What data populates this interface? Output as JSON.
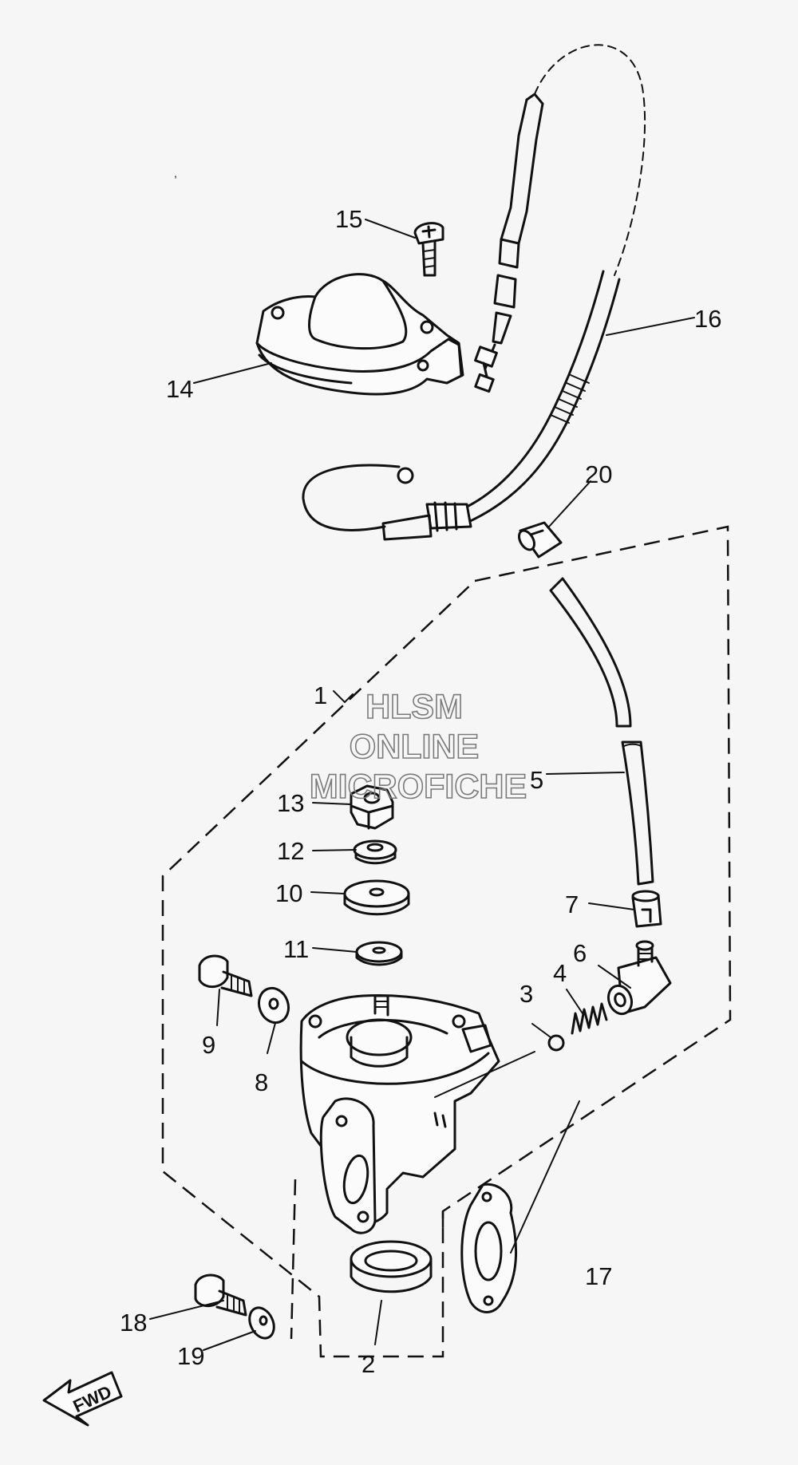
{
  "watermark": {
    "line1": "HLSM",
    "line2": "ONLINE",
    "line3": "MICROFICHE",
    "color": "#7a7a7a"
  },
  "direction_label": "FWD",
  "callouts": [
    "1",
    "2",
    "3",
    "4",
    "5",
    "6",
    "7",
    "8",
    "9",
    "10",
    "11",
    "12",
    "13",
    "14",
    "15",
    "16",
    "17",
    "18",
    "19",
    "20"
  ],
  "stray_mark": ","
}
